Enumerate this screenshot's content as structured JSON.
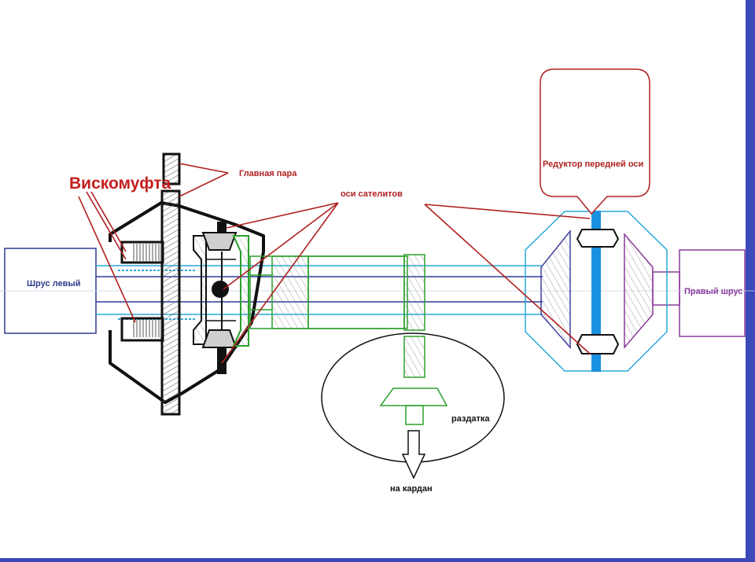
{
  "labels": {
    "viscous_coupling": "Вискомуфта",
    "main_pair": "Главная пара",
    "satellite_axes": "оси сателитов",
    "front_axle_reducer": "Редуктор передней оси",
    "left_cv_joint": "Шрус левый",
    "right_cv_joint": "Правый шрус",
    "transfer_case": "раздатка",
    "to_driveshaft": "на кардан"
  },
  "colors": {
    "annotation_red": "#b02020",
    "viscous_label": "#c41e1e",
    "housing_black": "#111111",
    "shaft_cyan": "#2aa8d8",
    "shaft_blue": "#2c3c9a",
    "green_parts": "#2ca02c",
    "front_reducer_blue": "#1a90e0",
    "left_cv_color": "#2e3c8a",
    "right_cv_color": "#8a3a9a",
    "border_blue": "#3a4ab8"
  }
}
